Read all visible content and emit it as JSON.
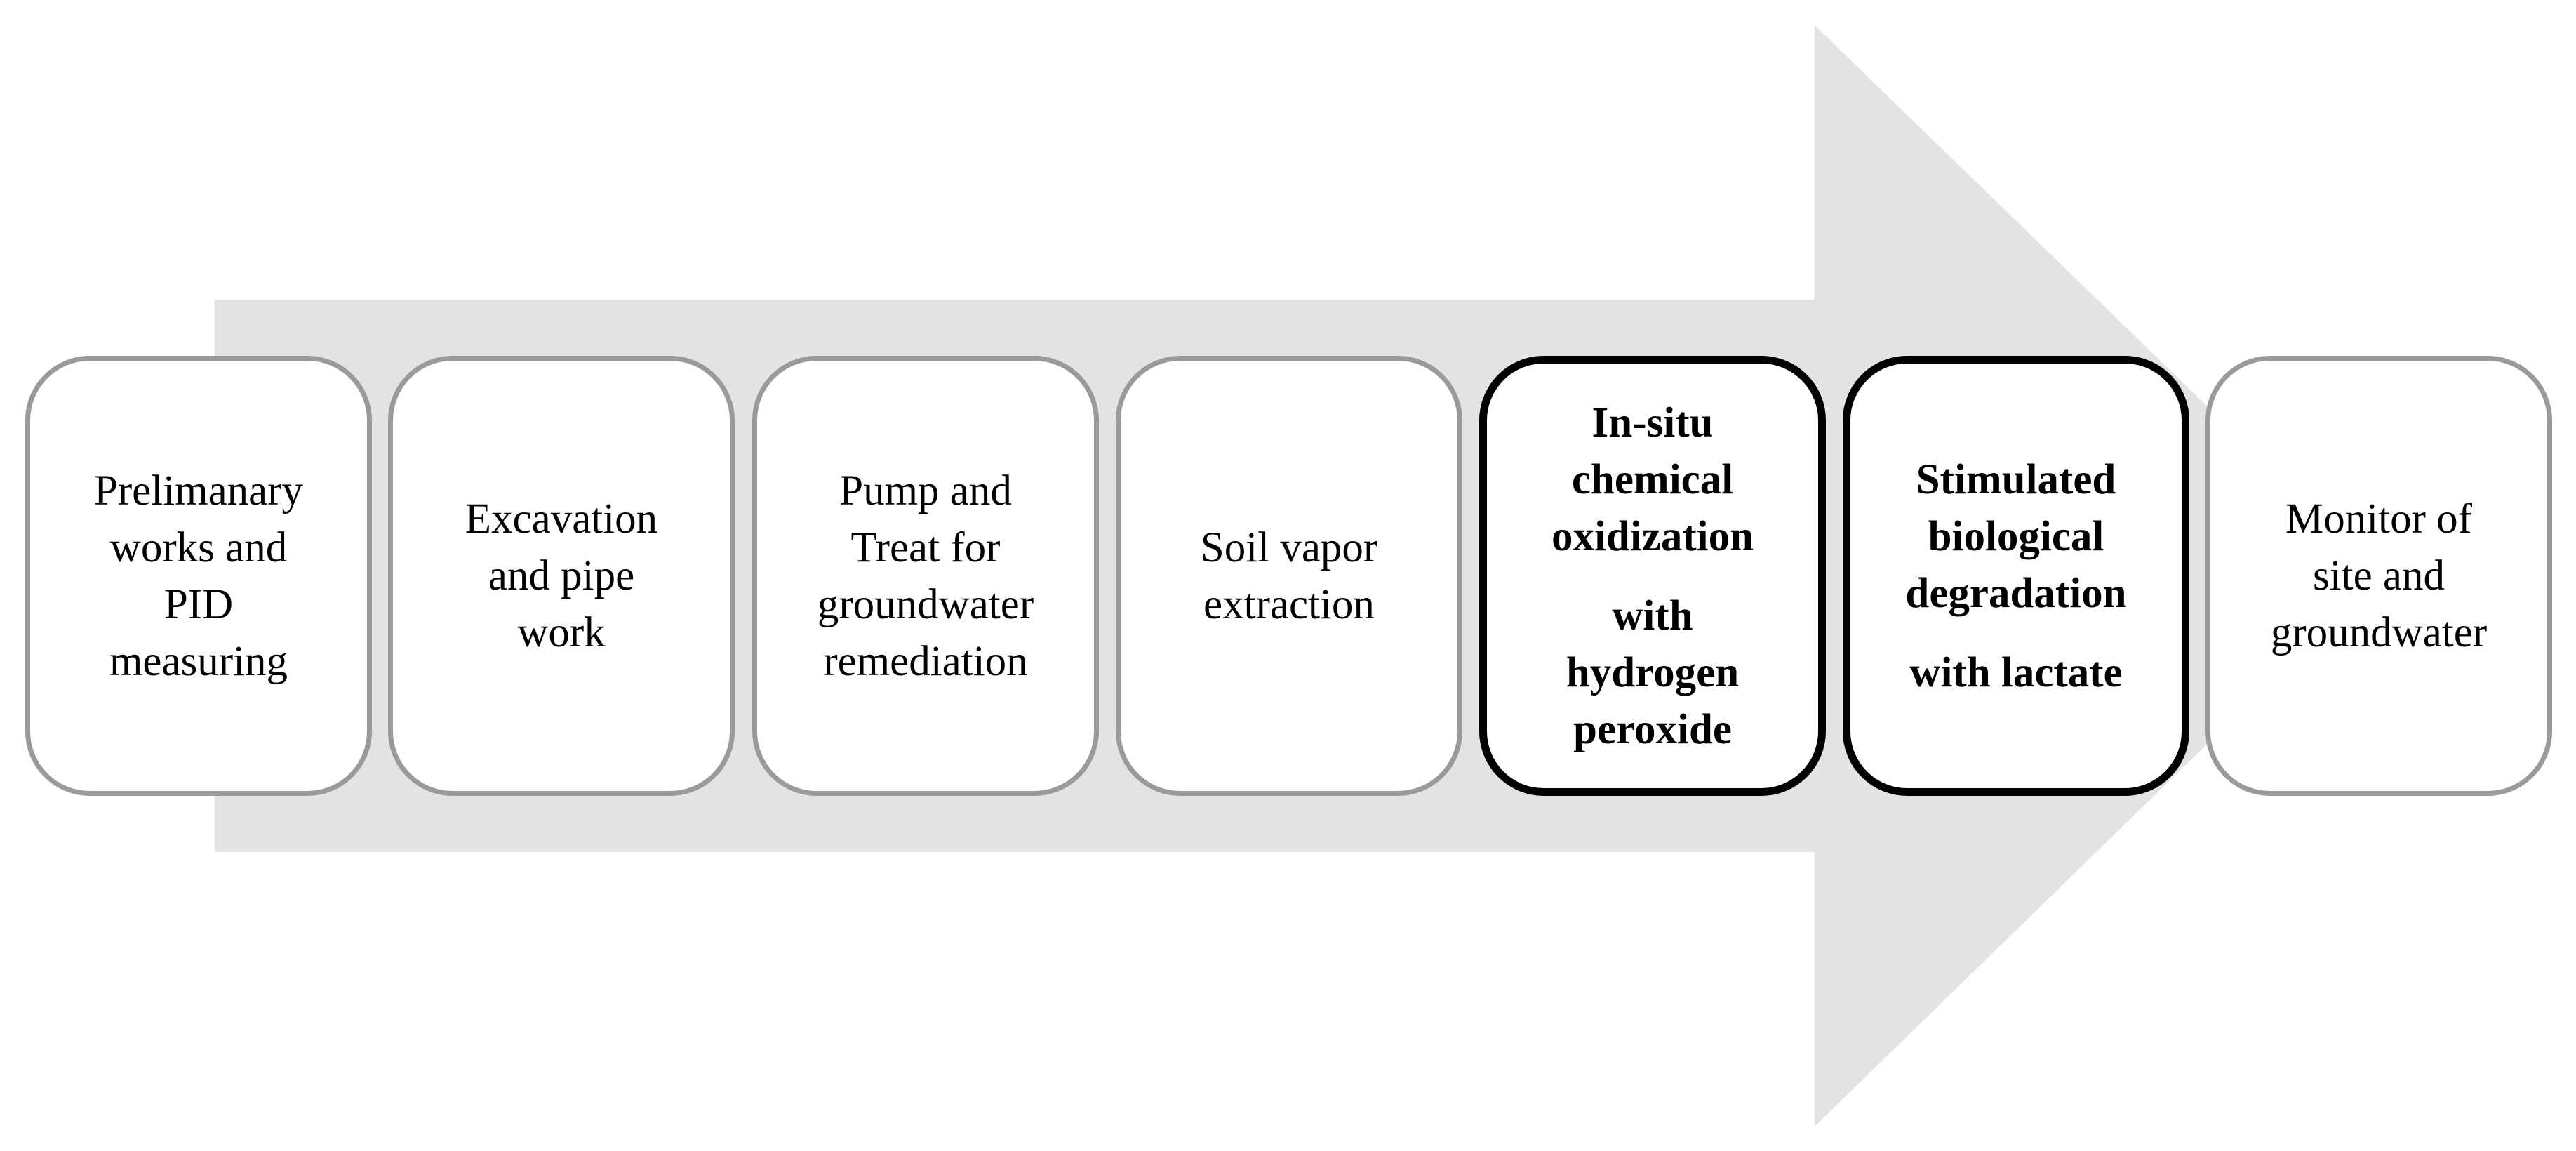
{
  "diagram": {
    "arrow_color": "#e3e3e3",
    "steps": [
      {
        "lines": [
          "Prelimanary",
          "works and",
          "PID",
          "measuring"
        ],
        "emphasis": false
      },
      {
        "lines": [
          "Excavation",
          "and pipe",
          "work"
        ],
        "emphasis": false
      },
      {
        "lines": [
          "Pump and",
          "Treat for",
          "groundwater",
          "remediation"
        ],
        "emphasis": false
      },
      {
        "lines": [
          "Soil vapor",
          "extraction"
        ],
        "emphasis": false
      },
      {
        "lines": [
          "In-situ",
          "chemical",
          "oxidization"
        ],
        "sub_lines": [
          "with",
          "hydrogen",
          "peroxide"
        ],
        "emphasis": true
      },
      {
        "lines": [
          "Stimulated",
          "biological",
          "degradation"
        ],
        "sub_lines": [
          "with lactate"
        ],
        "emphasis": true
      },
      {
        "lines": [
          "Monitor of",
          "site and",
          "groundwater"
        ],
        "emphasis": false
      }
    ]
  }
}
